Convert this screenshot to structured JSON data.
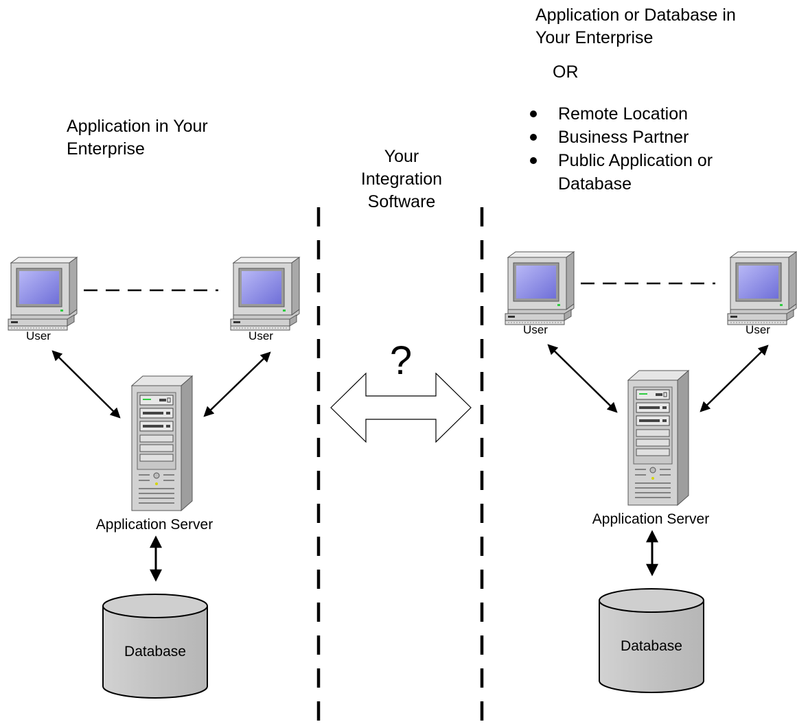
{
  "left": {
    "title_line1": "Application in Your",
    "title_line2": "Enterprise",
    "user_left": "User",
    "user_right": "User",
    "server_label": "Application Server",
    "database_label": "Database"
  },
  "middle": {
    "title_line1": "Your",
    "title_line2": "Integration",
    "title_line3": "Software",
    "question": "?"
  },
  "right": {
    "title_line1": "Application or Database in",
    "title_line2": "Your Enterprise",
    "or_label": "OR",
    "bullets": [
      "Remote Location",
      "Business Partner",
      "Public Application or",
      "Database"
    ],
    "user_left": "User",
    "user_right": "User",
    "server_label": "Application Server",
    "database_label": "Database"
  },
  "icons": {
    "workstation": "desktop-computer-icon",
    "server": "tower-server-icon",
    "database": "database-cylinder-icon"
  },
  "colors": {
    "screen": "#8f8fe8",
    "device_body": "#d8d8d8",
    "database_fill": "#c4c4c4",
    "line": "#000000"
  }
}
